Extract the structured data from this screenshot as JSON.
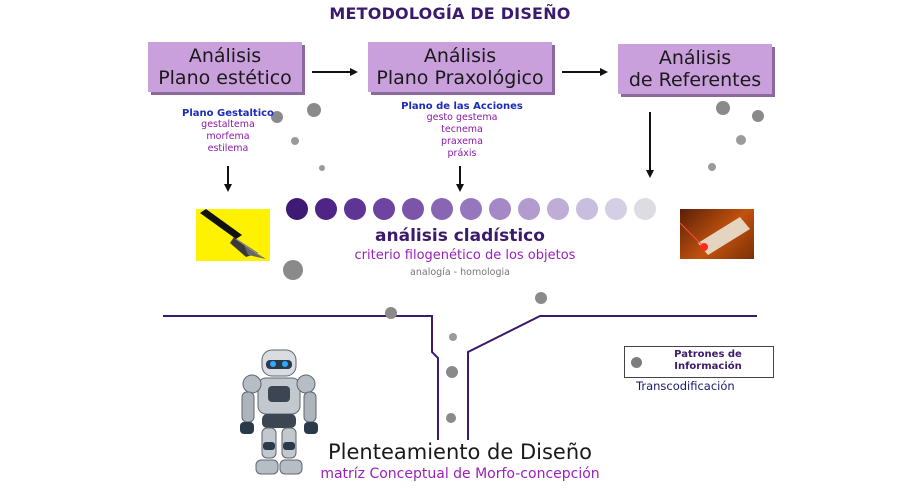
{
  "title": "METODOLOGÍA DE DISEÑO",
  "boxes": [
    {
      "line1": "Análisis",
      "line2": "Plano estético"
    },
    {
      "line1": "Análisis",
      "line2": "Plano Praxológico"
    },
    {
      "line1": "Análisis",
      "line2": "de Referentes"
    }
  ],
  "gestaltico": {
    "heading": "Plano Gestaltico",
    "items": [
      "gestaltema",
      "morfema",
      "estilema"
    ]
  },
  "acciones": {
    "heading": "Plano de las Acciones",
    "items": [
      "gesto gestema",
      "tecnema",
      "praxema",
      "práxis"
    ]
  },
  "cladistico": {
    "title": "análisis cladístico",
    "subtitle": "criterio filogenético de los objetos",
    "note": "analogía - homologia",
    "dot_colors": [
      "#3e1a72",
      "#4e2586",
      "#5e3594",
      "#6d45a0",
      "#7b55aa",
      "#8966b4",
      "#9677bd",
      "#a489c6",
      "#b19bcf",
      "#beadd7",
      "#cabee0",
      "#d5cfe6",
      "#dcdce2"
    ]
  },
  "legend": {
    "line1": "Patrones de",
    "line2": "Información",
    "caption": "Transcodificación"
  },
  "planteamiento": {
    "title": "Plenteamiento de Diseño",
    "subtitle": "matríz Conceptual de Morfo-concepción"
  },
  "icons": [
    "pen-nib-icon",
    "laser-pointer-icon",
    "robot-icon"
  ]
}
